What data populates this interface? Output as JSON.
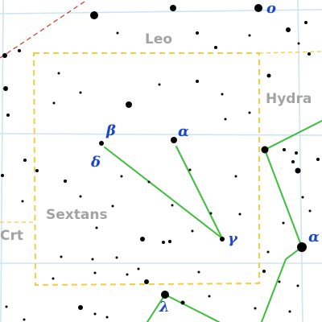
{
  "constellations": {
    "leo": "Leo",
    "hydra": "Hydra",
    "sextans": "Sextans",
    "crater": "Crt"
  },
  "star_labels": {
    "beta": "β",
    "delta": "δ",
    "alpha": "α",
    "gamma": "γ",
    "hydra_alpha": "α",
    "lambda": "λ",
    "leo_omicron": "o"
  },
  "colors": {
    "background": "#ffffff",
    "grid": "#cfe4f2",
    "boundary": "#f5cd3a",
    "figure_lines": "#3bbf3b",
    "ecliptic": "#c0392b",
    "constellation_name": "#a3a3a3",
    "star_label": "#1a47c7",
    "star": "#000000"
  }
}
